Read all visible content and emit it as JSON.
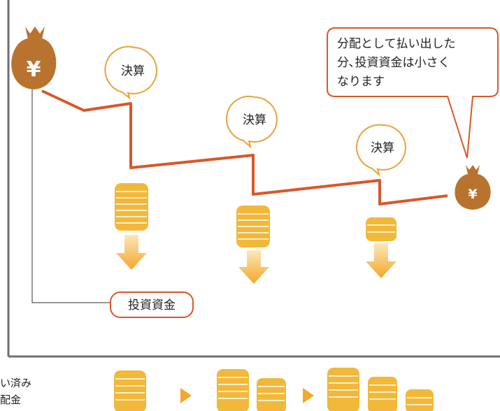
{
  "callouts": {
    "settlement": "決算",
    "capital": "投資資金",
    "note_lines": [
      "分配として払い出した",
      "分､投資資金は小さく",
      "なります"
    ],
    "yen": "¥"
  },
  "footer": {
    "label_lines": [
      "い済み",
      "配金"
    ]
  },
  "colors": {
    "line": "#d9572a",
    "callout_border": "#e6a43c",
    "note_border": "#d9572a",
    "bag": "#b8732f",
    "coin": "#f2b83a",
    "arrow": "#f4a72b",
    "frame": "#6e6e6e"
  }
}
